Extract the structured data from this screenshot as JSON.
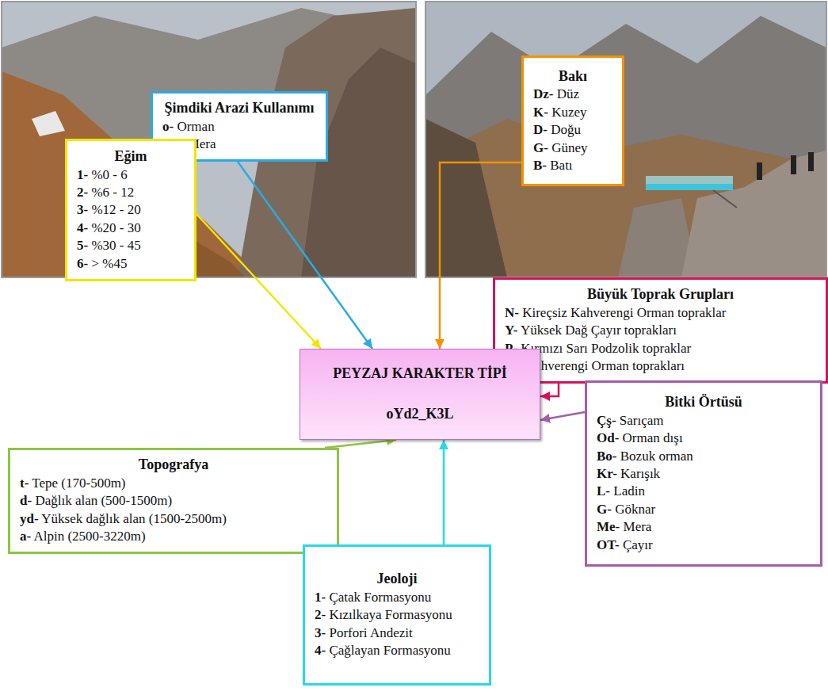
{
  "diagram": {
    "nodes": [
      {
        "text": [
          "Şimdiki Arazi Kullanımı",
          "o- Orman",
          "me- Mera"
        ]
      },
      {
        "text": [
          "Bakı",
          "Dz- Düz",
          "K- Kuzey",
          "D- Doğu",
          "G- Güney",
          "B- Batı"
        ]
      },
      {
        "text": [
          "Eğim",
          "1- %0 - 6",
          "2- %6 - 12",
          "3- %12 - 20",
          "4- %20 - 30",
          "5- %30 - 45",
          "6- > %45"
        ]
      },
      {
        "text": [
          "Büyük Toprak Grupları",
          "N- Kireçsiz Kahverengi Orman topraklar",
          "Y- Yüksek Dağ Çayır toprakları",
          "P- Kırmızı Sarı Podzolik topraklar",
          "M- Kahverengi Orman toprakları"
        ]
      },
      {
        "text": [
          "PEYZAJ KARAKTER TİPİ",
          "oYd2_K3L"
        ]
      },
      {
        "text": [
          "Bitki Örtüsü",
          "Çş- Sarıçam",
          "Od- Orman dışı",
          "Bo- Bozuk orman",
          "Kr- Karışık",
          "L- Ladin",
          "G- Göknar",
          "Me- Mera",
          "OT- Çayır"
        ]
      },
      {
        "text": [
          "Topografya",
          "t- Tepe (170-500m)",
          "d- Dağlık alan (500-1500m)",
          "yd- Yüksek dağlık alan (1500-2500m)",
          "a- Alpin (2500-3220m)"
        ]
      },
      {
        "text": [
          "Jeoloji",
          "1- Çatak Formasyonu",
          "2- Kızılkaya Formasyonu",
          "3- Porfori Andezit",
          "4- Çağlayan Formasyonu"
        ]
      }
    ],
    "edges": [
      {
        "from": 0,
        "to": 4,
        "arrow": "to"
      },
      {
        "from": 1,
        "to": 4,
        "arrow": "to"
      },
      {
        "from": 2,
        "to": 4,
        "arrow": "to"
      },
      {
        "from": 3,
        "to": 4,
        "arrow": "to"
      },
      {
        "from": 5,
        "to": 4,
        "arrow": "to"
      },
      {
        "from": 6,
        "to": 4,
        "arrow": "to"
      },
      {
        "from": 7,
        "to": 4,
        "arrow": "to"
      }
    ]
  }
}
